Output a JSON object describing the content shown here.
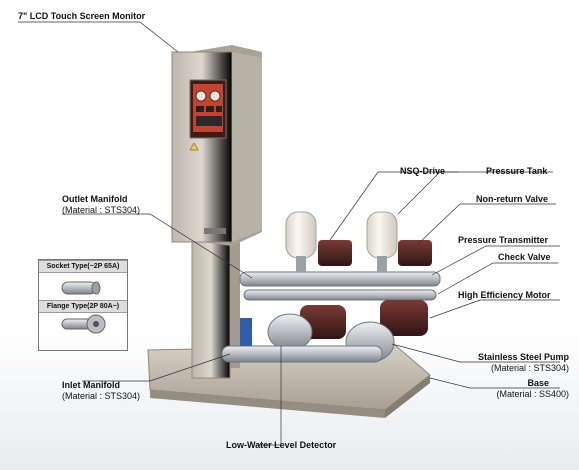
{
  "labels": {
    "lcd_monitor": "7\" LCD Touch Screen Monitor",
    "outlet_manifold": "Outlet Manifold",
    "outlet_material": "(Material : STS304)",
    "socket_type": "Socket Type(~2P 65A)",
    "flange_type": "Flange Type(2P 80A~)",
    "inlet_manifold": "Inlet Manifold",
    "inlet_material": "(Material : STS304)",
    "low_water_detector": "Low-Water Level Detector",
    "nsq_drive": "NSQ-Drive",
    "pressure_tank": "Pressure Tank",
    "non_return_valve": "Non-return Valve",
    "pressure_transmitter": "Pressure Transmitter",
    "check_valve": "Check Valve",
    "high_efficiency_motor": "High Efficiency Motor",
    "stainless_steel_pump": "Stainless Steel Pump",
    "pump_material": "(Material : STS304)",
    "base": "Base",
    "base_material": "(Material : SS400)"
  },
  "colors": {
    "panel": "#cfc9bf",
    "steel": "#c9ccd0",
    "tank": "#f1ece4",
    "motor": "#5a2a26",
    "base": "#c7bfb3",
    "accent": "#b4322c"
  }
}
